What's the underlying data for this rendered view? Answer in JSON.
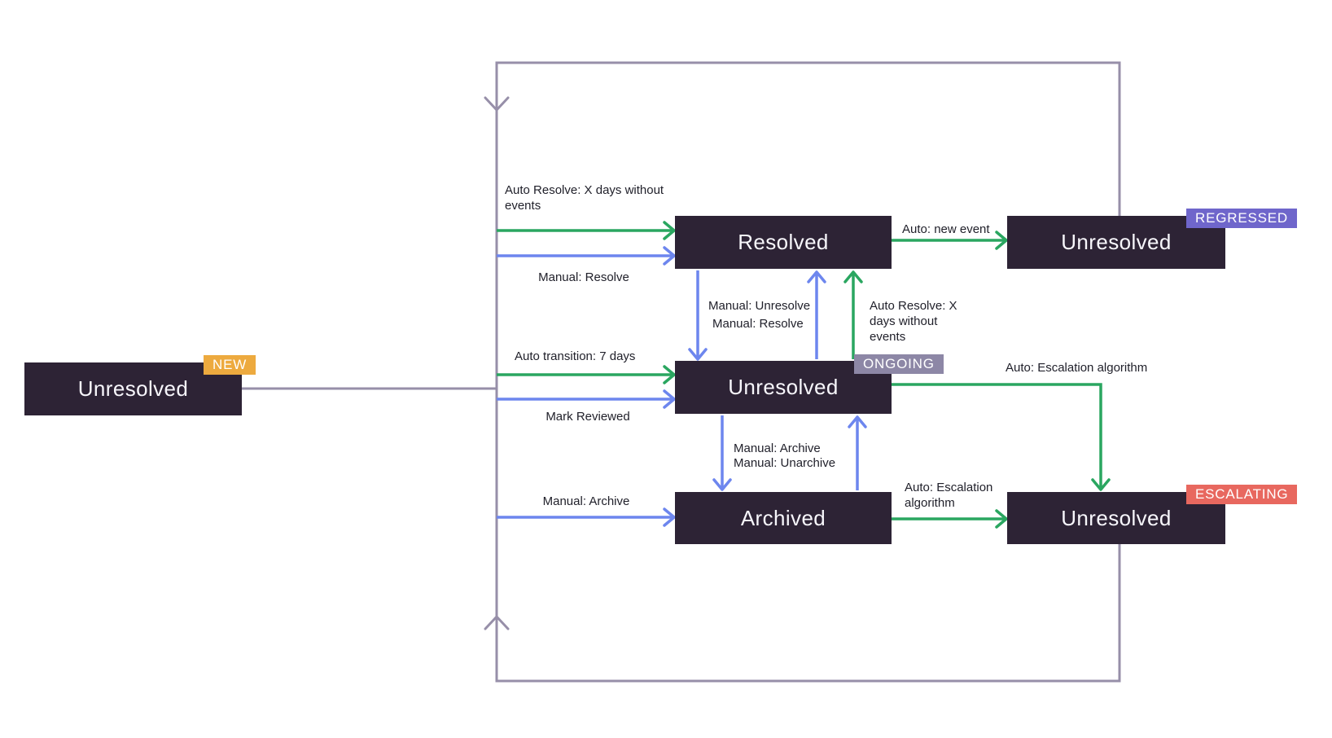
{
  "colors": {
    "bg": "#ffffff",
    "box-bg": "#2d2335",
    "box-text": "#f7f6fb",
    "green": "#2aa660",
    "blue": "#6d86ee",
    "loop": "#978fa9",
    "label-text": "#21212b",
    "badge-new": "#edaa3f",
    "badge-regressed": "#6f66cb",
    "badge-ongoing": "#8d87a6",
    "badge-escalating": "#e8685f",
    "badge-text": "#ffffff"
  },
  "nodes": {
    "new": {
      "label": "Unresolved",
      "badge": "NEW"
    },
    "resolved": {
      "label": "Resolved"
    },
    "regressed": {
      "label": "Unresolved",
      "badge": "REGRESSED"
    },
    "ongoing": {
      "label": "Unresolved",
      "badge": "ONGOING"
    },
    "archived": {
      "label": "Archived"
    },
    "escalating": {
      "label": "Unresolved",
      "badge": "ESCALATING"
    }
  },
  "edge_labels": {
    "auto_resolve_new": "Auto Resolve: X days without\nevents",
    "manual_resolve_new": "Manual: Resolve",
    "auto_new_event": "Auto: new event",
    "manual_unresolve": "Manual: Unresolve",
    "manual_resolve_ongoing": "Manual: Resolve",
    "auto_resolve_ongoing": "Auto Resolve: X\ndays without\nevents",
    "auto_transition": "Auto transition: 7 days",
    "mark_reviewed": "Mark Reviewed",
    "auto_escalation_ongoing": "Auto: Escalation algorithm",
    "manual_archive_ongoing": "Manual: Archive",
    "manual_unarchive": "Manual: Unarchive",
    "manual_archive_new": "Manual: Archive",
    "auto_escalation_archived": "Auto: Escalation\nalgorithm"
  }
}
